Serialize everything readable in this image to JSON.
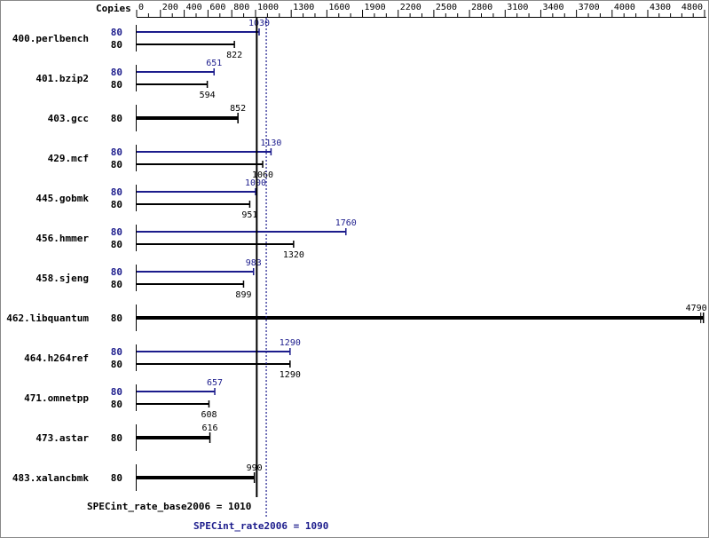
{
  "chart_data": {
    "type": "bar",
    "orientation": "horizontal",
    "copies_label": "Copies",
    "ticks": [
      0,
      200,
      400,
      600,
      800,
      1000,
      1300,
      1600,
      1900,
      2200,
      2500,
      2800,
      3100,
      3400,
      3700,
      4000,
      4300,
      4800
    ],
    "xlim": [
      0,
      4800
    ],
    "colors": {
      "peak": "#1c1c8c",
      "base": "#000000"
    },
    "benchmarks": [
      {
        "name": "400.perlbench",
        "peak_copies": "80",
        "peak": 1030,
        "peak_label": "1030",
        "base_copies": "80",
        "base": 822,
        "base_label": "822"
      },
      {
        "name": "401.bzip2",
        "peak_copies": "80",
        "peak": 651,
        "peak_label": "651",
        "base_copies": "80",
        "base": 594,
        "base_label": "594"
      },
      {
        "name": "403.gcc",
        "peak_copies": null,
        "peak": null,
        "peak_label": null,
        "base_copies": "80",
        "base": 852,
        "base_label": "852"
      },
      {
        "name": "429.mcf",
        "peak_copies": "80",
        "peak": 1130,
        "peak_label": "1130",
        "base_copies": "80",
        "base": 1060,
        "base_label": "1060"
      },
      {
        "name": "445.gobmk",
        "peak_copies": "80",
        "peak": 1000,
        "peak_label": "1000",
        "base_copies": "80",
        "base": 951,
        "base_label": "951"
      },
      {
        "name": "456.hmmer",
        "peak_copies": "80",
        "peak": 1760,
        "peak_label": "1760",
        "base_copies": "80",
        "base": 1320,
        "base_label": "1320"
      },
      {
        "name": "458.sjeng",
        "peak_copies": "80",
        "peak": 983,
        "peak_label": "983",
        "base_copies": "80",
        "base": 899,
        "base_label": "899"
      },
      {
        "name": "462.libquantum",
        "peak_copies": null,
        "peak": null,
        "peak_label": null,
        "base_copies": "80",
        "base": 4790,
        "base_label": "4790"
      },
      {
        "name": "464.h264ref",
        "peak_copies": "80",
        "peak": 1290,
        "peak_label": "1290",
        "base_copies": "80",
        "base": 1290,
        "base_label": "1290"
      },
      {
        "name": "471.omnetpp",
        "peak_copies": "80",
        "peak": 657,
        "peak_label": "657",
        "base_copies": "80",
        "base": 608,
        "base_label": "608"
      },
      {
        "name": "473.astar",
        "peak_copies": null,
        "peak": null,
        "peak_label": null,
        "base_copies": "80",
        "base": 616,
        "base_label": "616"
      },
      {
        "name": "483.xalancbmk",
        "peak_copies": null,
        "peak": null,
        "peak_label": null,
        "base_copies": "80",
        "base": 990,
        "base_label": "990"
      }
    ],
    "base_overall": 1010,
    "base_overall_label": "SPECint_rate_base2006 = 1010",
    "peak_overall": 1090,
    "peak_overall_label": "SPECint_rate2006 = 1090"
  }
}
